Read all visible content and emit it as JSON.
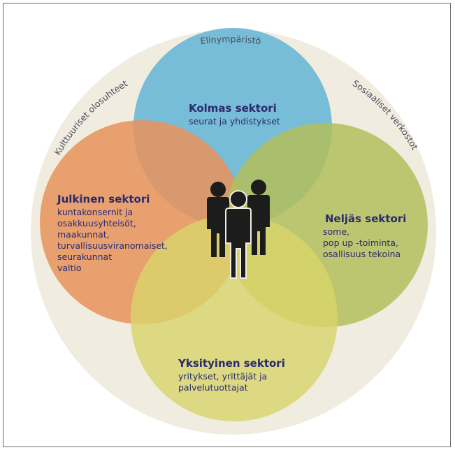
{
  "outer_ring": {
    "top_label": "Elinympäristö",
    "left_label": "Kulttuuriset olosuhteet",
    "right_label": "Sosiaaliset verkostot"
  },
  "sectors": {
    "third": {
      "title": "Kolmas sektori",
      "lines": [
        "seurat ja yhdistykset"
      ],
      "color": "#6db9d6"
    },
    "public": {
      "title": "Julkinen sektori",
      "lines": [
        "kuntakonsernit ja",
        "osakkuusyhteisöt,",
        "maakunnat,",
        "turvallisuusviranomaiset,",
        "seurakunnat",
        "valtio"
      ],
      "color": "#e8935a"
    },
    "fourth": {
      "title": "Neljäs sektori",
      "lines": [
        "some,",
        "pop up -toiminta,",
        "osallisuus tekoina"
      ],
      "color": "#b3c05c"
    },
    "private": {
      "title": "Yksityinen sektori",
      "lines": [
        "yritykset, yrittäjät ja",
        "palvelutuottajat"
      ],
      "color": "#d8d46a"
    }
  },
  "colors": {
    "outer_ring": "#f1ece0",
    "text": "#2a2a6e",
    "people_icon": "#1c1c1c"
  },
  "center_icon": "people-group-icon"
}
